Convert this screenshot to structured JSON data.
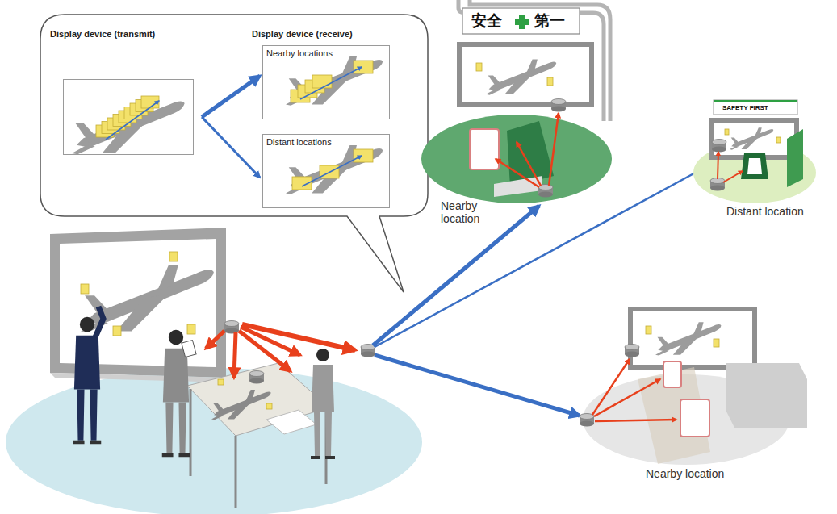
{
  "diagram": {
    "nodes": [
      {
        "text": [
          "Display device (transmit)"
        ]
      },
      {
        "text": [
          "Nearby locations"
        ]
      },
      {
        "text": [
          "Distant locations"
        ]
      },
      {
        "text": [
          "Nearby location"
        ]
      },
      {
        "text": [
          "Distant location"
        ]
      },
      {
        "text": [
          "Nearby location"
        ]
      }
    ],
    "edges": [
      {
        "from": 0,
        "to": 1,
        "arrow": "to"
      },
      {
        "from": 0,
        "to": 2,
        "arrow": "to"
      }
    ],
    "labels": [
      "Display device (receive)",
      "安全",
      "第一",
      "SAFETY FIRST"
    ]
  }
}
